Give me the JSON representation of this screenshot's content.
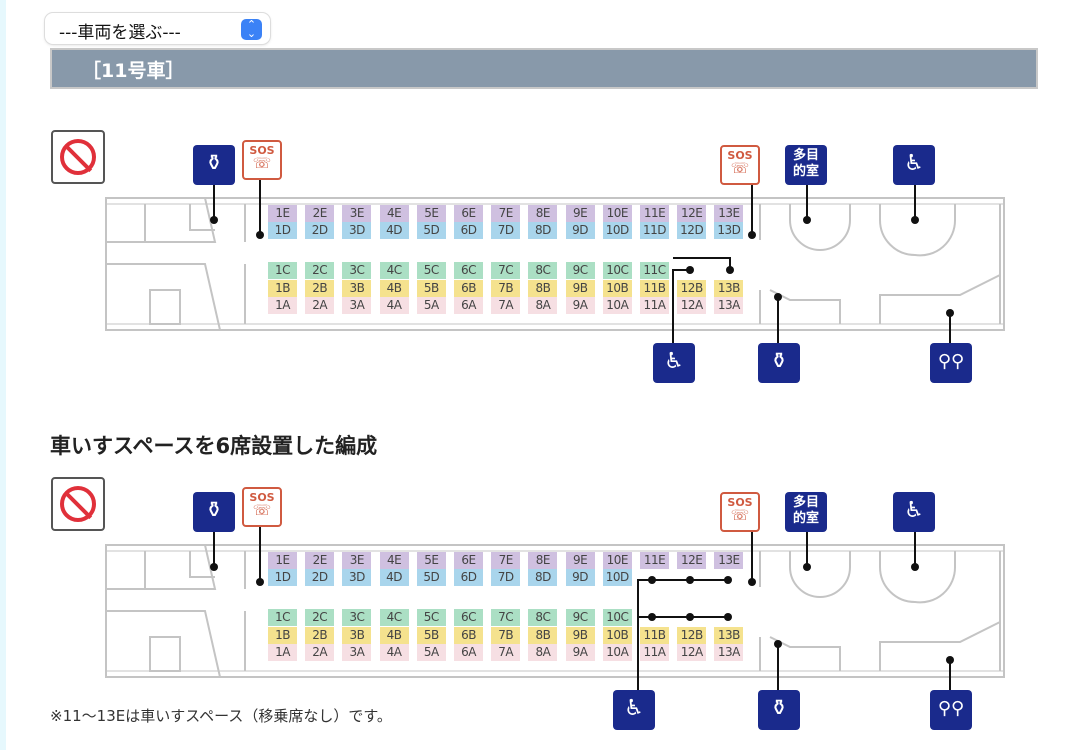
{
  "car_select": {
    "value": "---車両を選ぶ---"
  },
  "car_header": "［11号車］",
  "heading_wheelchair_formation": "車いすスペースを6席設置した編成",
  "note": "※11～13Eは車いすスペース（移乗席なし）です。",
  "icons": {
    "sos_text": "SOS",
    "multipurpose_room": "多目的室"
  },
  "colors": {
    "E": "#cfc0e0",
    "D": "#a9d5ec",
    "C": "#abdfc4",
    "B": "#f5e28e",
    "A": "#f6dfe3",
    "sign_blue": "#1a2a8c",
    "sos_red": "#d05a40",
    "header_bar": "#8899aa"
  },
  "diagrams": [
    {
      "seats": {
        "E": [
          "1E",
          "2E",
          "3E",
          "4E",
          "5E",
          "6E",
          "7E",
          "8E",
          "9E",
          "10E",
          "11E",
          "12E",
          "13E"
        ],
        "D": [
          "1D",
          "2D",
          "3D",
          "4D",
          "5D",
          "6D",
          "7D",
          "8D",
          "9D",
          "10D",
          "11D",
          "12D",
          "13D"
        ],
        "C": [
          "1C",
          "2C",
          "3C",
          "4C",
          "5C",
          "6C",
          "7C",
          "8C",
          "9C",
          "10C",
          "11C"
        ],
        "B": [
          "1B",
          "2B",
          "3B",
          "4B",
          "5B",
          "6B",
          "7B",
          "8B",
          "9B",
          "10B",
          "11B",
          "12B",
          "13B"
        ],
        "A": [
          "1A",
          "2A",
          "3A",
          "4A",
          "5A",
          "6A",
          "7A",
          "8A",
          "9A",
          "10A",
          "11A",
          "12A",
          "13A"
        ]
      }
    },
    {
      "seats": {
        "E": [
          "1E",
          "2E",
          "3E",
          "4E",
          "5E",
          "6E",
          "7E",
          "8E",
          "9E",
          "10E",
          "11E",
          "12E",
          "13E"
        ],
        "D": [
          "1D",
          "2D",
          "3D",
          "4D",
          "5D",
          "6D",
          "7D",
          "8D",
          "9D",
          "10D"
        ],
        "C": [
          "1C",
          "2C",
          "3C",
          "4C",
          "5C",
          "6C",
          "7C",
          "8C",
          "9C",
          "10C"
        ],
        "B": [
          "1B",
          "2B",
          "3B",
          "4B",
          "5B",
          "6B",
          "7B",
          "8B",
          "9B",
          "10B",
          "11B",
          "12B",
          "13B"
        ],
        "A": [
          "1A",
          "2A",
          "3A",
          "4A",
          "5A",
          "6A",
          "7A",
          "8A",
          "9A",
          "10A",
          "11A",
          "12A",
          "13A"
        ]
      }
    }
  ]
}
